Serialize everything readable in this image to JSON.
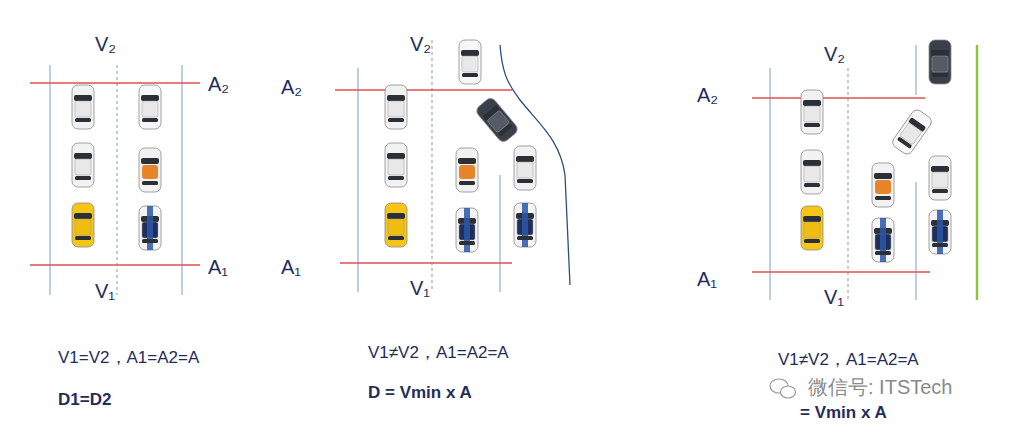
{
  "diagram": {
    "labels": [
      "V₂",
      "A₂",
      "A₁",
      "V₁",
      "V1=V2，A1=A2=A",
      "D1=D2",
      "V₂",
      "A₂",
      "A₁",
      "V₁",
      "V1≠V2，A1=A2=A",
      "D = Vmin x A",
      "V₂",
      "A₂",
      "A₁",
      "V₁",
      "V1≠V2，A1=A2=A",
      "= Vmin x A",
      "微信号: ITSTech"
    ]
  }
}
